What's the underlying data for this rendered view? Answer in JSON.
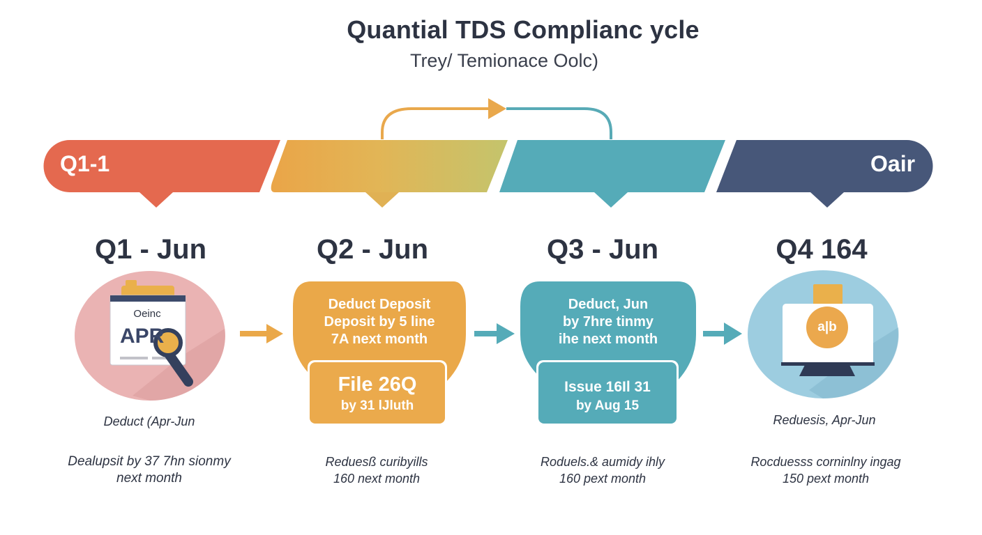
{
  "header": {
    "title": "Quantial TDS Complianc ycle",
    "subtitle": "Trey/ Temionace Oolc)"
  },
  "bands": {
    "left_label": "Q1-1",
    "right_label": "Oair"
  },
  "quarters": [
    {
      "heading": "Q1 - Jun",
      "icon_calendar_top": "Oeinc",
      "icon_calendar_main": "APR",
      "caption": "Deduct (Apr-Jun",
      "note_line1": "Dealupsit by 37 7hn sionmy",
      "note_line2": "next month"
    },
    {
      "heading": "Q2 - Jun",
      "card_line1": "Deduct Deposit",
      "card_line2": "Deposit by 5 line",
      "card_line3": "7A next month",
      "file_title": "File 26Q",
      "file_sub": "by 31 lJluth",
      "note_line1": "Reduesß curibyills",
      "note_line2": "160 next month"
    },
    {
      "heading": "Q3 - Jun",
      "card_line1": "Deduct, Jun",
      "card_line2": "by 7hre tinmy",
      "card_line3": "ihe next month",
      "file_title": "Issue 16Il 31",
      "file_sub": "by Aug 15",
      "note_line1": "Roduels.& aumidy ihly",
      "note_line2": "160 pext month"
    },
    {
      "heading": "Q4 164",
      "icon_badge": "a|b",
      "caption": "Reduesis, Apr-Jun",
      "note_line1": "Rocduesss corninlny ingag",
      "note_line2": "150 pext month"
    }
  ],
  "colors": {
    "coral": "#e4694f",
    "orange": "#eaa849",
    "olive": "#c9c26a",
    "teal": "#54aab8",
    "navy": "#475779",
    "pink_circle": "#eab3b3",
    "blue_circle": "#9dcde0"
  }
}
